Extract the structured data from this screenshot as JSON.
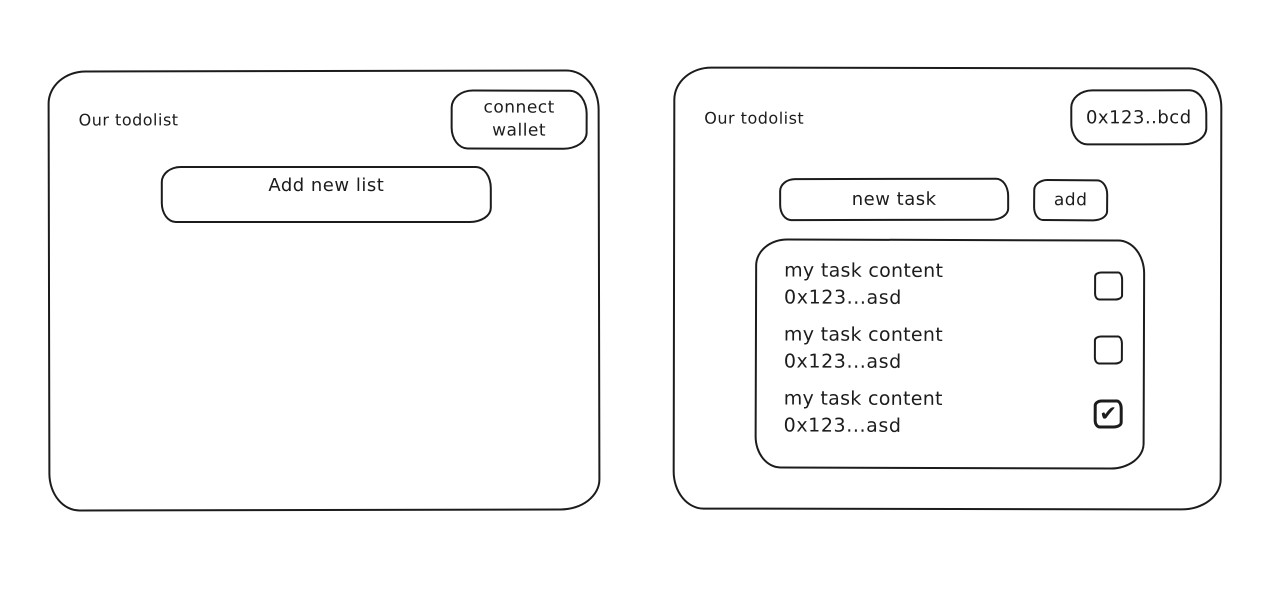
{
  "colors": {
    "ink": "#1c1c1c",
    "background": "#ffffff"
  },
  "left_panel": {
    "title": "Our todolist",
    "connect_wallet_label": "connect\nwallet",
    "add_new_list_label": "Add new list"
  },
  "right_panel": {
    "title": "Our todolist",
    "wallet_address_label": "0x123..bcd",
    "new_task_value": "new task",
    "add_button_label": "add",
    "tasks": [
      {
        "content": "my task content",
        "address": "0x123...asd",
        "checked": false,
        "check_glyph": ""
      },
      {
        "content": "my task content",
        "address": "0x123...asd",
        "checked": false,
        "check_glyph": ""
      },
      {
        "content": "my task content",
        "address": "0x123...asd",
        "checked": true,
        "check_glyph": "✔"
      }
    ]
  }
}
